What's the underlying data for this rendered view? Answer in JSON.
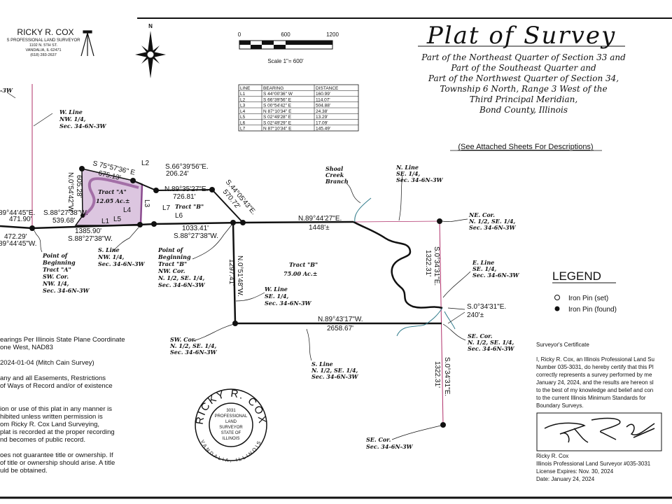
{
  "firm": {
    "name": "RICKY R. COX",
    "title": "S PROFESSIONAL LAND SURVEYOR",
    "address": "1102 N. 5TH ST.",
    "city": "VANDALIA, IL 62471",
    "phone": "(618) 283-2637"
  },
  "compass": {
    "north": "N"
  },
  "scale": {
    "ticks": [
      "0",
      "600",
      "1200"
    ],
    "label": "Scale 1\"= 600'"
  },
  "line_table": {
    "headers": [
      "LINE",
      "BEARING",
      "DISTANCE"
    ],
    "rows": [
      [
        "L1",
        "S 44°00'36\" W",
        "160.99'"
      ],
      [
        "L2",
        "S 66°39'56\" E",
        "114.07'"
      ],
      [
        "L3",
        "S 00°54'42\" E",
        "504.88'"
      ],
      [
        "L4",
        "N 87°10'34\" E",
        "24.38'"
      ],
      [
        "L5",
        "S 02°49'28\" E",
        "13.29'"
      ],
      [
        "L6",
        "S 02°49'29\" E",
        "17.09'"
      ],
      [
        "L7",
        "N 87°10'34\" E",
        "145.49'"
      ]
    ]
  },
  "title": {
    "main": "Plat of Survey",
    "lines": [
      "Part of the Northeast Quarter of Section 33 and",
      "Part of the Southeast Quarter and",
      "Part of the Northwest Quarter of Section 34,",
      "Township 6 North, Range 3 West of the",
      "Third Principal Meridian,",
      "Bond County, Illinois"
    ],
    "note": "(See Attached Sheets For Descriptions)"
  },
  "legend": {
    "title": "LEGEND",
    "items": [
      "Iron Pin (set)",
      "Iron Pin (found)"
    ]
  },
  "map": {
    "edge_top": "-3W",
    "w_line_nw": [
      "W. Line",
      "NW. 1/4,",
      "Sec. 34-6N-3W"
    ],
    "tract_a": [
      "Tract \"A\"",
      "12.05 Ac.±"
    ],
    "a_north": [
      "S 75°57'36\" E",
      "675.13'"
    ],
    "a_west": [
      "N.0°54'42\"W.",
      "605.28'"
    ],
    "l_labels": [
      "L1",
      "L2",
      "L3",
      "L4",
      "L5",
      "L6",
      "L7"
    ],
    "s66": [
      "S.66°39'56\"E.",
      "206.24'"
    ],
    "n89_35": [
      "N.89°35'27\"E.",
      "726.81'"
    ],
    "s44": [
      "S.44°05'43\"E.",
      "570.72'"
    ],
    "tract_b_small": "Tract \"B\"",
    "left_top": [
      "89°44'45\"E.",
      "471.90'"
    ],
    "left_s88": [
      "S.88°27'38\"W.",
      "539.68'"
    ],
    "left_bottom": [
      "472.29'",
      "89°44'45\"W."
    ],
    "south_a": [
      "1385.90'",
      "S.88°27'38\"W."
    ],
    "pob_a": [
      "Point of",
      "Beginning",
      "Tract \"A\"",
      "SW. Cor.",
      "NW. 1/4,",
      "Sec. 34-6N-3W"
    ],
    "s_line_nw": [
      "S. Line",
      "NW. 1/4,",
      "Sec. 34-6N-3W"
    ],
    "south_b": [
      "1033.41'",
      "S.88°27'38\"W."
    ],
    "pob_b": [
      "Point of",
      "Beginning",
      "Tract \"B\"",
      "NW. Cor.",
      "N. 1/2, SE. 1/4,",
      "Sec. 34-6N-3W"
    ],
    "w_brg": [
      "N.0°51'48\"W.",
      "1297.41'"
    ],
    "n89_44": [
      "N.89°44'27\"E.",
      "1448'±"
    ],
    "shoal": [
      "Shoal",
      "Creek",
      "Branch"
    ],
    "n_line_se": [
      "N. Line",
      "SE. 1/4,",
      "Sec. 34-6N-3W"
    ],
    "ne_cor": [
      "NE. Cor.",
      "N. 1/2, SE. 1/4,",
      "Sec. 34-6N-3W"
    ],
    "tract_b": [
      "Tract \"B\"",
      "75.00 Ac.±"
    ],
    "e_brg": [
      "S.0°34'31\"E.",
      "1322.31'"
    ],
    "e_line": [
      "E. Line",
      "SE. 1/4,",
      "Sec. 34-6N-3W"
    ],
    "w_line_se": [
      "W. Line",
      "SE. 1/4,",
      "Sec. 34-6N-3W"
    ],
    "s0_240": [
      "S.0°34'31\"E.",
      "240'±"
    ],
    "s_brg": [
      "N.89°43'17\"W.",
      "2658.67'"
    ],
    "sw_cor": [
      "SW. Cor.",
      "N. 1/2, SE. 1/4,",
      "Sec. 34-6N-3W"
    ],
    "se_cor_half": [
      "SE. Cor.",
      "N. 1/2, SE. 1/4,",
      "Sec. 34-6N-3W"
    ],
    "s_line_half": [
      "S. Line",
      "N. 1/2, SE. 1/4,",
      "Sec. 34-6N-3W"
    ],
    "south_brg": [
      "S.0°34'31\"E.",
      "1322.31'"
    ],
    "se_cor": [
      "SE. Cor.",
      "Sec. 34-6N-3W"
    ]
  },
  "notes": [
    "earings Per Illinois State Plane Coordinate",
    "one West, NAD83",
    "2024-01-04 (Mitch Cain Survey)",
    "any and all Easements, Restrictions",
    "of Ways of Record and/or of existence",
    "ion or use of this plat in any manner is",
    "hibited unless written permission is",
    "om Ricky R. Cox Land Surveying,",
    "plat is recorded at the proper recording",
    "nd becomes of public record.",
    "oes not guarantee title or ownership. If",
    "of title or ownership should arise. A title",
    "uld be obtained."
  ],
  "seal": {
    "top": "RICKY R. COX",
    "center": [
      "3031",
      "PROFESSIONAL",
      "LAND",
      "SURVEYOR",
      "STATE OF",
      "ILLINOIS"
    ],
    "bottom": "VANDALIA, ILLINOIS"
  },
  "certificate": {
    "title": "Surveyor's Certificate",
    "lines": [
      "I, Ricky R. Cox, an Illinois Professional Land Su",
      "Number 035-3031, do hereby certify that this Pl",
      "correctly represents a survey performed by me",
      "January 24, 2024, and the results are hereon sl",
      "to the best of my knowledge and belief and con",
      "to the current Illinois Minimum Standards for",
      "Boundary Surveys."
    ],
    "signer": [
      "Ricky R. Cox",
      "Illinois Professional Land Surveyor #035-3031",
      "License Expires: Nov. 30, 2024",
      "Date: January 24, 2024"
    ]
  },
  "colors": {
    "tract_fill": "#dcc6e0",
    "tract_outline": "#8a4a8e",
    "section_line": "#b0306a",
    "creek_branch": "#2f7a8a"
  }
}
